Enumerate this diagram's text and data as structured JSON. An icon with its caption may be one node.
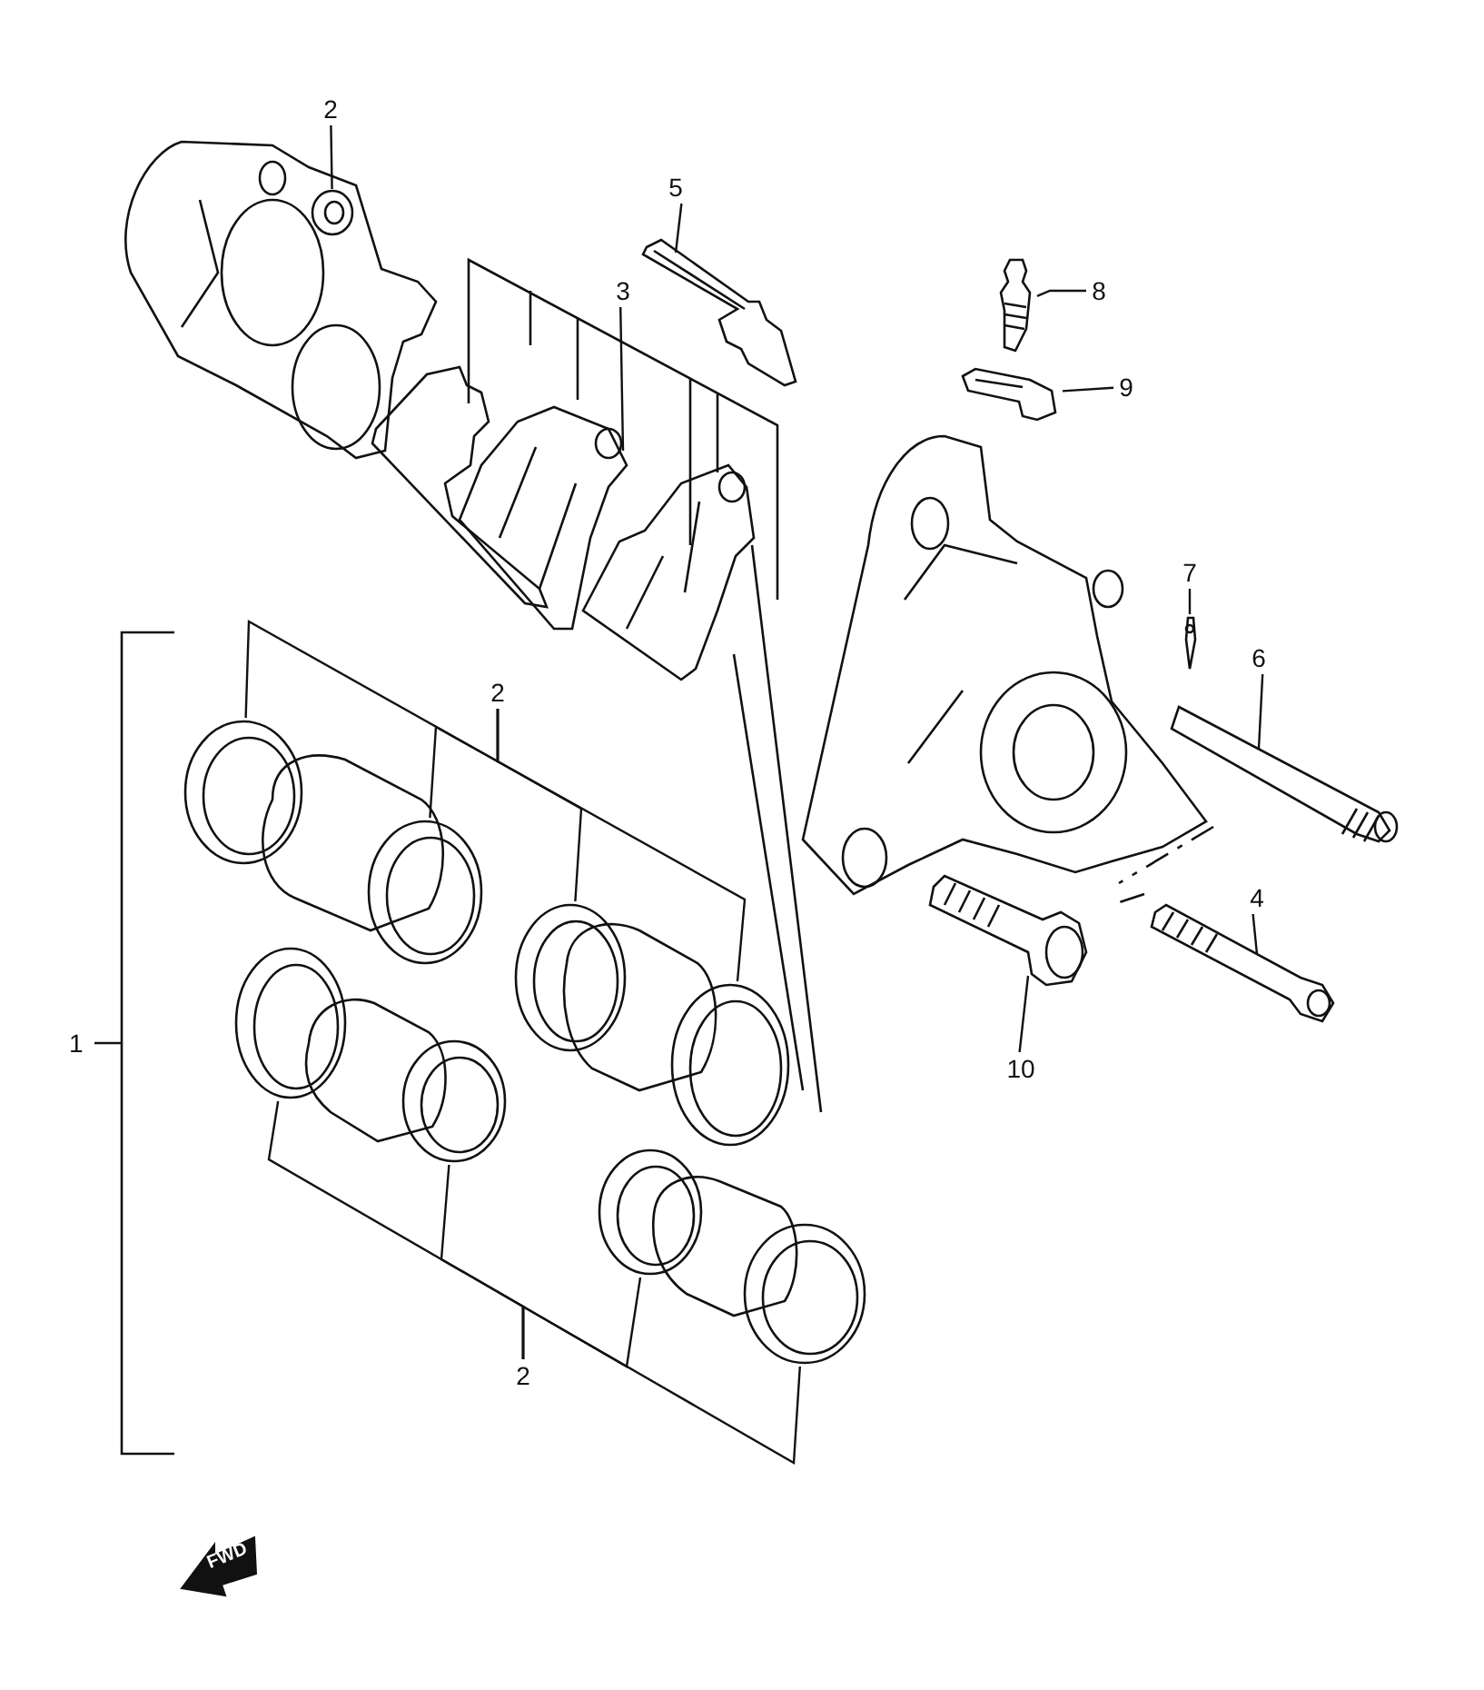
{
  "diagram": {
    "nodes": [
      {
        "text": [
          "2"
        ]
      },
      {
        "text": [],
        "shape": "picture"
      },
      {
        "text": [
          "5"
        ]
      },
      {
        "text": [],
        "shape": "picture"
      },
      {
        "text": [
          "3"
        ]
      },
      {
        "text": [],
        "shape": "picture"
      },
      {
        "text": [
          "8"
        ]
      },
      {
        "text": [],
        "shape": "picture"
      },
      {
        "text": [
          "9"
        ]
      },
      {
        "text": [],
        "shape": "picture"
      },
      {
        "text": [
          "7"
        ]
      },
      {
        "text": [],
        "shape": "picture"
      },
      {
        "text": [
          "6"
        ]
      },
      {
        "text": [],
        "shape": "picture"
      },
      {
        "text": [
          "4"
        ]
      },
      {
        "text": [],
        "shape": "picture"
      },
      {
        "text": [
          "10"
        ]
      },
      {
        "text": [],
        "shape": "picture"
      },
      {
        "text": [
          "2"
        ]
      },
      {
        "text": [],
        "shape": "picture"
      },
      {
        "text": [],
        "shape": "picture"
      },
      {
        "text": [],
        "shape": "picture"
      },
      {
        "text": [],
        "shape": "picture"
      },
      {
        "text": [
          "2"
        ]
      },
      {
        "text": [],
        "shape": "picture"
      },
      {
        "text": [],
        "shape": "picture"
      },
      {
        "text": [],
        "shape": "picture"
      },
      {
        "text": [],
        "shape": "picture"
      }
    ],
    "edges": [
      {
        "from": 0,
        "to": 1,
        "arrow": "none"
      },
      {
        "from": 2,
        "to": 3,
        "arrow": "none"
      },
      {
        "from": 4,
        "to": 5,
        "arrow": "none"
      },
      {
        "from": 6,
        "to": 7,
        "arrow": "none"
      },
      {
        "from": 8,
        "to": 9,
        "arrow": "none"
      },
      {
        "from": 10,
        "to": 11,
        "arrow": "none"
      },
      {
        "from": 12,
        "to": 13,
        "arrow": "none"
      },
      {
        "from": 14,
        "to": 15,
        "arrow": "none"
      },
      {
        "from": 16,
        "to": 17,
        "arrow": "none"
      },
      {
        "from": 18,
        "to": 19,
        "arrow": "none"
      },
      {
        "from": 18,
        "to": 20,
        "arrow": "none"
      },
      {
        "from": 18,
        "to": 21,
        "arrow": "none"
      },
      {
        "from": 18,
        "to": 22,
        "arrow": "none"
      },
      {
        "from": 23,
        "to": 24,
        "arrow": "none"
      },
      {
        "from": 23,
        "to": 25,
        "arrow": "none"
      },
      {
        "from": 23,
        "to": 26,
        "arrow": "none"
      },
      {
        "from": 23,
        "to": 27,
        "arrow": "none"
      }
    ],
    "labels": [
      "1",
      "FWD"
    ]
  }
}
